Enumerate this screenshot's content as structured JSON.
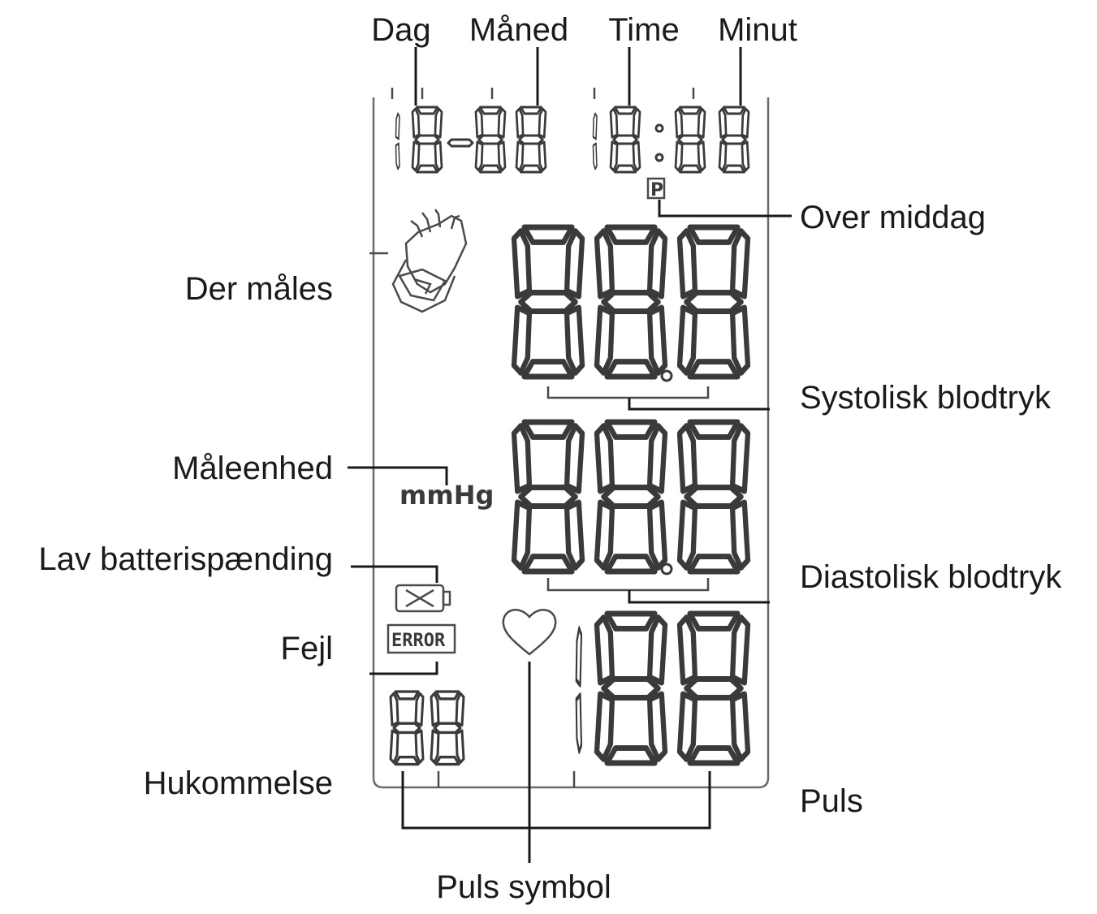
{
  "labels": {
    "dag": "Dag",
    "maaned": "Måned",
    "time": "Time",
    "minut": "Minut",
    "over_middag": "Over middag",
    "der_maales": "Der måles",
    "systolisk": "Systolisk blodtryk",
    "maaleenhed": "Måleenhed",
    "lav_batteri": "Lav batterispænding",
    "diastolisk": "Diastolisk blodtryk",
    "fejl": "Fejl",
    "hukommelse": "Hukommelse",
    "puls": "Puls",
    "puls_symbol": "Puls symbol"
  },
  "display": {
    "unit": "mmHg",
    "error_text": "ERROR",
    "pm_indicator": "P"
  },
  "colors": {
    "segment": "#3a3a3a",
    "leader": "#1a1a1a",
    "frame": "#6a6a6a"
  },
  "icons": [
    "hand-wrist-icon",
    "heart-icon",
    "battery-low-icon"
  ]
}
